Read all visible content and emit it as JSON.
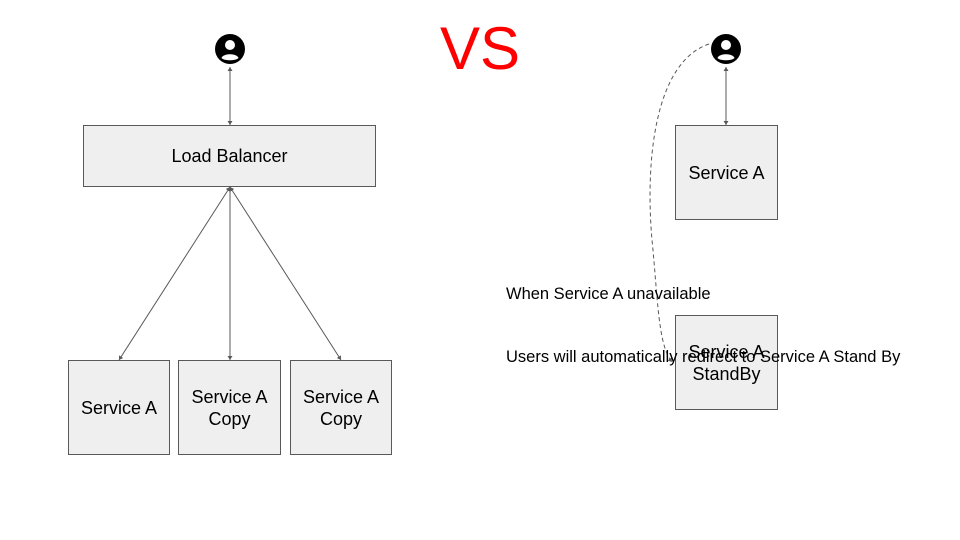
{
  "vs_label": "VS",
  "colors": {
    "vs": "#ff0000",
    "box_fill": "#efefef",
    "box_border": "#595959",
    "connector": "#595959"
  },
  "icons": {
    "user_left": "user-avatar-icon",
    "user_right": "user-avatar-icon"
  },
  "left": {
    "load_balancer": "Load Balancer",
    "service_a": "Service A",
    "copy_1": "Service A\nCopy",
    "copy_2": "Service A\nCopy"
  },
  "right": {
    "service_a": "Service A",
    "standby": "Service A\nStandBy",
    "note_line1": "When Service A unavailable",
    "note_line2": "Users will automatically redirect to Service A Stand By"
  }
}
